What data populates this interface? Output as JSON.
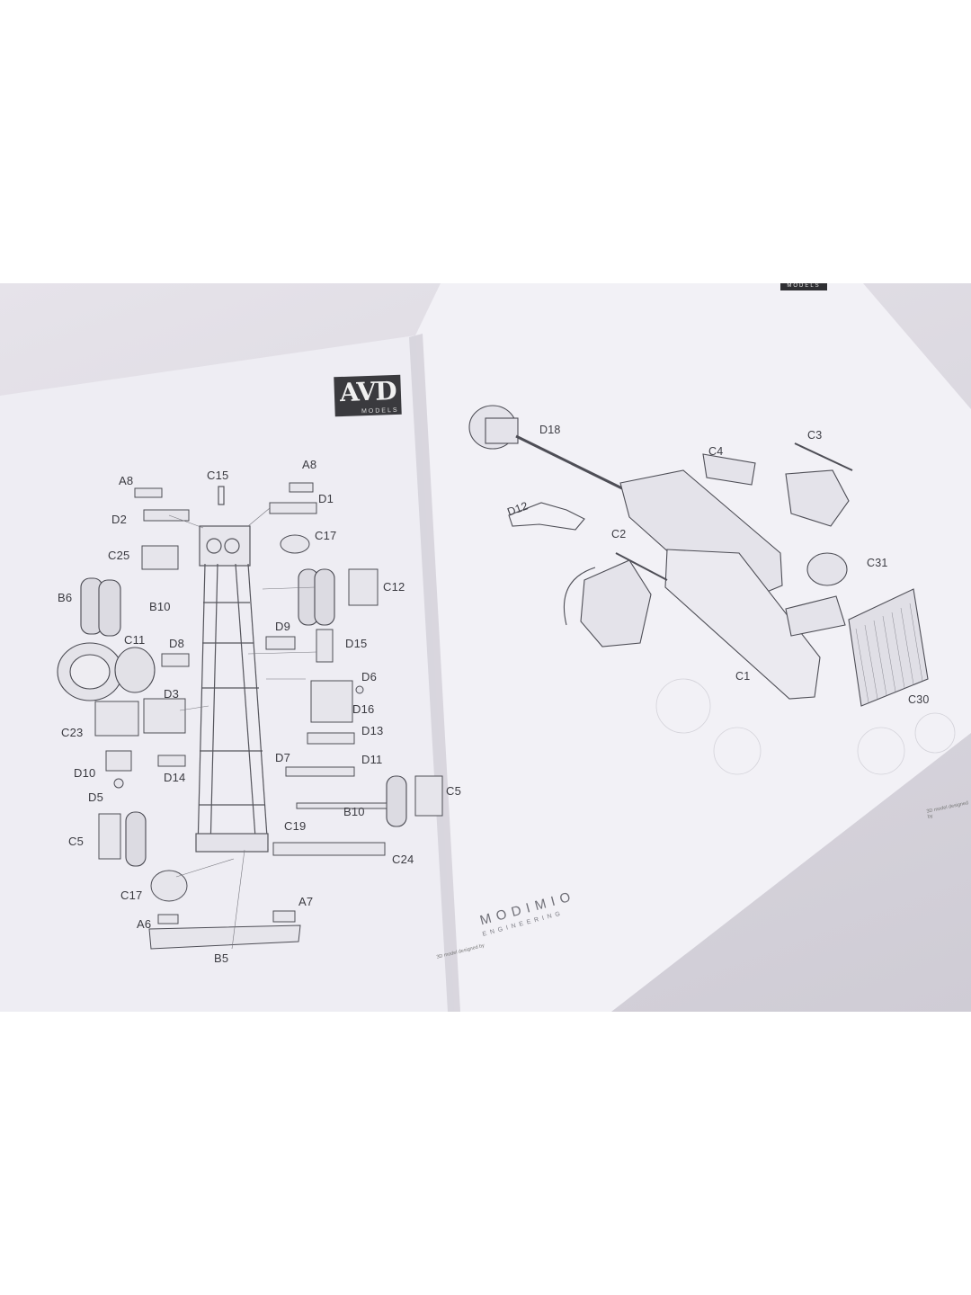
{
  "photo": {
    "subject": "open-instruction-booklet",
    "left_page": {
      "logo": {
        "main": "AVD",
        "sub": "MODELS"
      },
      "part_labels": [
        "A8",
        "C15",
        "A8",
        "D2",
        "D1",
        "C25",
        "C17",
        "B6",
        "C12",
        "B10",
        "D9",
        "C11",
        "D8",
        "D15",
        "D6",
        "D3",
        "D16",
        "C23",
        "D13",
        "D7",
        "D11",
        "D10",
        "D14",
        "D5",
        "C5",
        "B10",
        "C5",
        "C19",
        "C24",
        "C17",
        "A7",
        "A6",
        "B5"
      ]
    },
    "right_page": {
      "corner_tab": "MODELS",
      "part_labels": [
        "D18",
        "C3",
        "C4",
        "D12",
        "C2",
        "C31",
        "C1",
        "C30"
      ],
      "credit": "3D model designed by"
    },
    "modimio": {
      "main": "MODIMIO",
      "sub": "ENGINEERING"
    },
    "credit_left": "3D model designed by"
  }
}
